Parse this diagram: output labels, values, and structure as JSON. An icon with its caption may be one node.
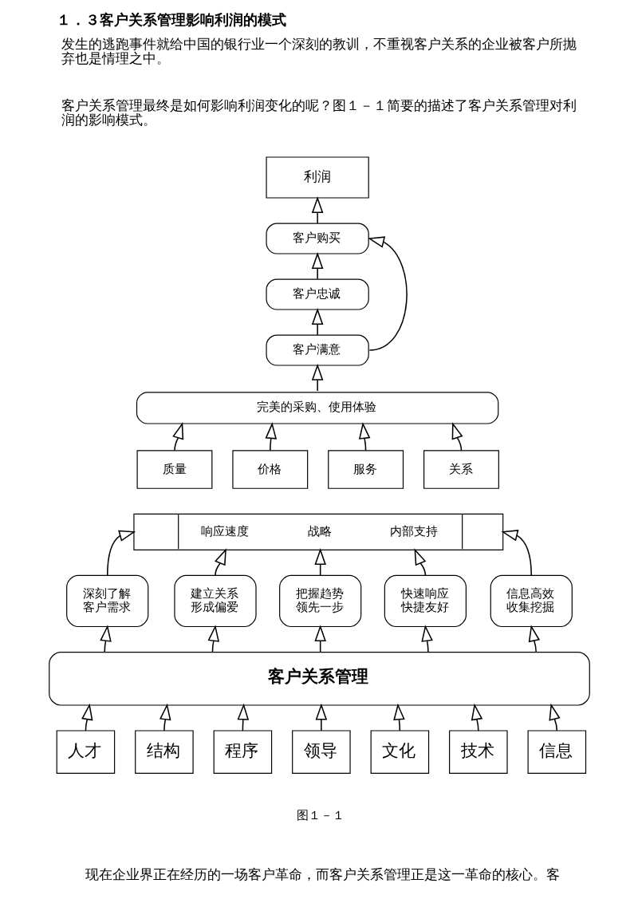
{
  "diagram": {
    "title": "１．３客户关系管理影响利润的模式",
    "caption": "图１－１",
    "nodes": [
      {
        "text": [
          "利润"
        ]
      },
      {
        "text": [
          "客户购买"
        ]
      },
      {
        "text": [
          "客户忠诚"
        ]
      },
      {
        "text": [
          "客户满意"
        ]
      },
      {
        "text": [
          "完美的采购、使用体验"
        ]
      },
      {
        "text": [
          "质量"
        ]
      },
      {
        "text": [
          "价格"
        ]
      },
      {
        "text": [
          "服务"
        ]
      },
      {
        "text": [
          "关系"
        ]
      },
      {
        "text": [
          "响应速度",
          "战略",
          "内部支持"
        ]
      },
      {
        "text": [
          "深刻了解客户需求"
        ]
      },
      {
        "text": [
          "建立关系形成偏爱"
        ]
      },
      {
        "text": [
          "把握趋势领先一步"
        ]
      },
      {
        "text": [
          "快速响应快捷友好"
        ]
      },
      {
        "text": [
          "信息高效收集挖掘"
        ]
      },
      {
        "text": [
          "客户关系管理"
        ]
      },
      {
        "text": [
          "人才"
        ]
      },
      {
        "text": [
          "结构"
        ]
      },
      {
        "text": [
          "程序"
        ]
      },
      {
        "text": [
          "领导"
        ]
      },
      {
        "text": [
          "文化"
        ]
      },
      {
        "text": [
          "技术"
        ]
      },
      {
        "text": [
          "信息"
        ]
      }
    ],
    "edges": [
      {
        "from": 16,
        "to": 15,
        "arrow": "to"
      },
      {
        "from": 17,
        "to": 15,
        "arrow": "to"
      },
      {
        "from": 18,
        "to": 15,
        "arrow": "to"
      },
      {
        "from": 19,
        "to": 15,
        "arrow": "to"
      },
      {
        "from": 20,
        "to": 15,
        "arrow": "to"
      },
      {
        "from": 21,
        "to": 15,
        "arrow": "to"
      },
      {
        "from": 22,
        "to": 15,
        "arrow": "to"
      },
      {
        "from": 15,
        "to": 10,
        "arrow": "to"
      },
      {
        "from": 15,
        "to": 11,
        "arrow": "to"
      },
      {
        "from": 15,
        "to": 12,
        "arrow": "to"
      },
      {
        "from": 15,
        "to": 13,
        "arrow": "to"
      },
      {
        "from": 15,
        "to": 14,
        "arrow": "to"
      },
      {
        "from": 10,
        "to": 9,
        "arrow": "to"
      },
      {
        "from": 11,
        "to": 9,
        "arrow": "to"
      },
      {
        "from": 12,
        "to": 9,
        "arrow": "to"
      },
      {
        "from": 13,
        "to": 9,
        "arrow": "to"
      },
      {
        "from": 14,
        "to": 9,
        "arrow": "to"
      },
      {
        "from": 5,
        "to": 4,
        "arrow": "to"
      },
      {
        "from": 6,
        "to": 4,
        "arrow": "to"
      },
      {
        "from": 7,
        "to": 4,
        "arrow": "to"
      },
      {
        "from": 8,
        "to": 4,
        "arrow": "to"
      },
      {
        "from": 4,
        "to": 3,
        "arrow": "to"
      },
      {
        "from": 3,
        "to": 2,
        "arrow": "to"
      },
      {
        "from": 2,
        "to": 1,
        "arrow": "to"
      },
      {
        "from": 1,
        "to": 0,
        "arrow": "to"
      },
      {
        "from": 3,
        "to": 1,
        "arrow": "to"
      }
    ],
    "labels": [
      "发生的逃跑事件就给中国的银行业一个深刻的教训，不重视客户关系的企业被客户所抛弃也是情理之中。",
      "客户关系管理最终是如何影响利润变化的呢？图１－１简要的描述了客户关系管理对利润的影响模式。",
      "现在企业界正在经历的一场客户革命，而客户关系管理正是这一革命的核心。客"
    ]
  }
}
